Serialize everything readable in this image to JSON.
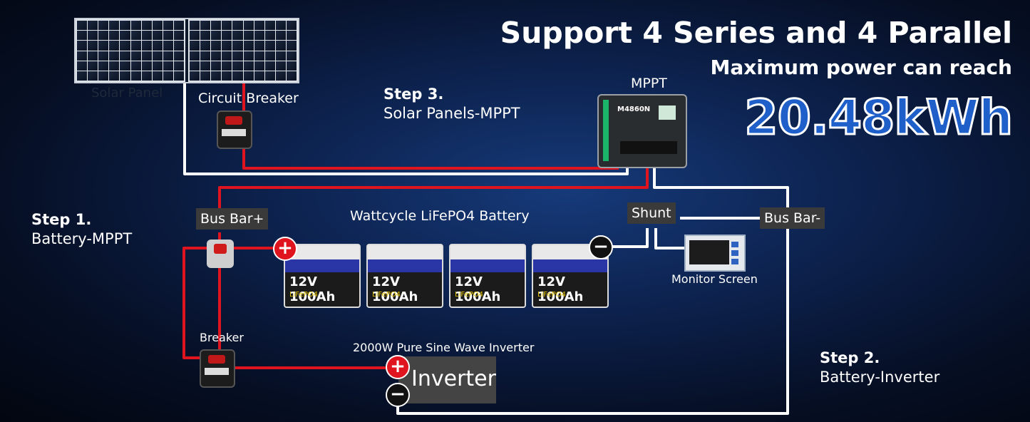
{
  "headline": {
    "line1": "Support 4 Series and 4 Parallel",
    "line2": "Maximum power can reach",
    "value": "20.48kWh"
  },
  "steps": {
    "step3": {
      "title": "Step 3.",
      "subtitle": "Solar Panels-MPPT"
    },
    "step1": {
      "title": "Step 1.",
      "subtitle": "Battery-MPPT"
    },
    "step2": {
      "title": "Step 2.",
      "subtitle": "Battery-Inverter"
    }
  },
  "labels": {
    "solar_panel": "Solar Panel",
    "circuit_breaker": "Circuit Breaker",
    "mppt": "MPPT",
    "mppt_model": "M4860N",
    "bus_bar_pos": "Bus Bar+",
    "bus_bar_neg": "Bus Bar-",
    "battery_title": "Wattcycle LiFePO4 Battery",
    "shunt": "Shunt",
    "monitor": "Monitor Screen",
    "breaker": "Breaker",
    "inverter_title": "2000W Pure Sine Wave Inverter",
    "inverter": "Inverter",
    "plus": "+",
    "minus": "−"
  },
  "batteries": [
    {
      "label": "12V 100Ah",
      "sub": "LiFePO4"
    },
    {
      "label": "12V 100Ah",
      "sub": "LiFePO4"
    },
    {
      "label": "12V 100Ah",
      "sub": "LiFePO4"
    },
    {
      "label": "12V 100Ah",
      "sub": "LiFePO4"
    }
  ],
  "colors": {
    "positive_wire": "#e0141e",
    "negative_wire": "#ffffff",
    "accent_value": "#1f5fc9"
  }
}
